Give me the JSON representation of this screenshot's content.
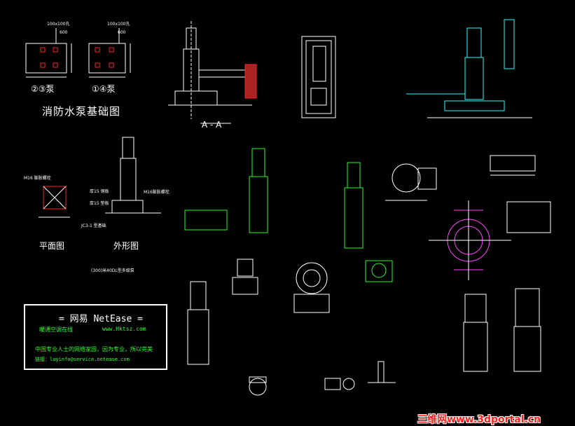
{
  "drawing": {
    "title_foundation": "消防水泵基础图",
    "title_section": "A - A",
    "title_plan": "平面图",
    "title_elevation": "外形图",
    "caption_pump": "(300)米40DL型多级泵",
    "dim_top_left": "100x100孔",
    "dim_top_right": "100x100孔",
    "dim_600_left": "600",
    "dim_600_right": "600",
    "label_pump_a": "②③泵",
    "label_pump_b": "①④泵",
    "note_anchor": "M16 膨胀螺栓",
    "note_plate1": "厚15 钢板",
    "note_plate2": "厚15 垫板",
    "note_base": "JC3-1 型基础",
    "note_anchor2": "M16膨胀螺栓"
  },
  "netease": {
    "title": "= 网易 NetEase =",
    "line1": "暖通空调在线",
    "url": "www.Hktsz.com",
    "line2": "中国专业人士的网络家园，因为专业，所以完美",
    "email": "链接：luyinfo@service.netease.com"
  },
  "watermark": "三维网www.3dportal.cn",
  "colors": {
    "bg": "#000000",
    "line": "#ffffff",
    "green": "#22ff22",
    "cyan": "#22ffff",
    "magenta": "#ff44ff",
    "red": "#ff2222"
  }
}
